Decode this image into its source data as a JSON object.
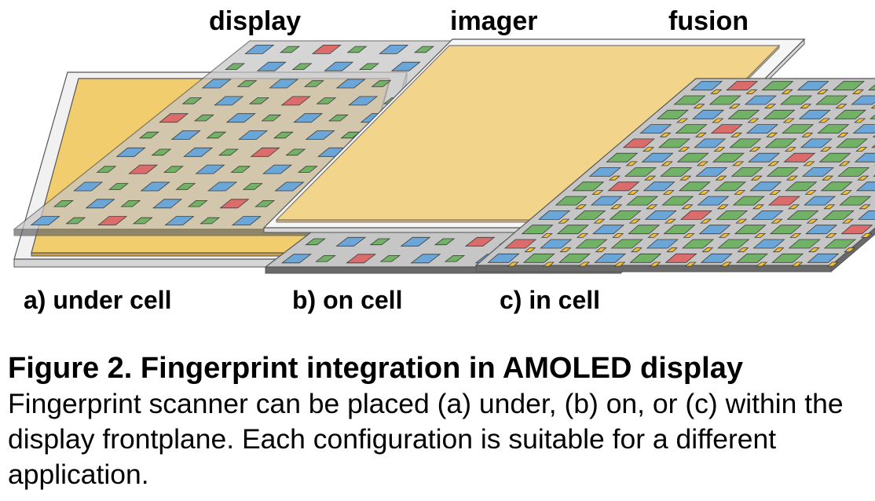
{
  "headers": {
    "display": "display",
    "imager": "imager",
    "fusion": "fusion"
  },
  "panels": [
    {
      "label": "a) under cell"
    },
    {
      "label": "b) on cell"
    },
    {
      "label": "c) in cell"
    }
  ],
  "caption": {
    "title": "Figure 2. Fingerprint integration in AMOLED display",
    "body": "Fingerprint scanner can be placed (a) under, (b) on, or (c) within the display frontplane. Each configuration is suitable for a different application."
  },
  "colors": {
    "board": "#c6c6c6",
    "board_edge": "#6a6a6a",
    "sensor": "#f2cd6d",
    "sensor_edge": "#c9a24a",
    "blue": "#6aa6d8",
    "red": "#dc6b6b",
    "green": "#72b267",
    "yellow": "#f5c033"
  }
}
